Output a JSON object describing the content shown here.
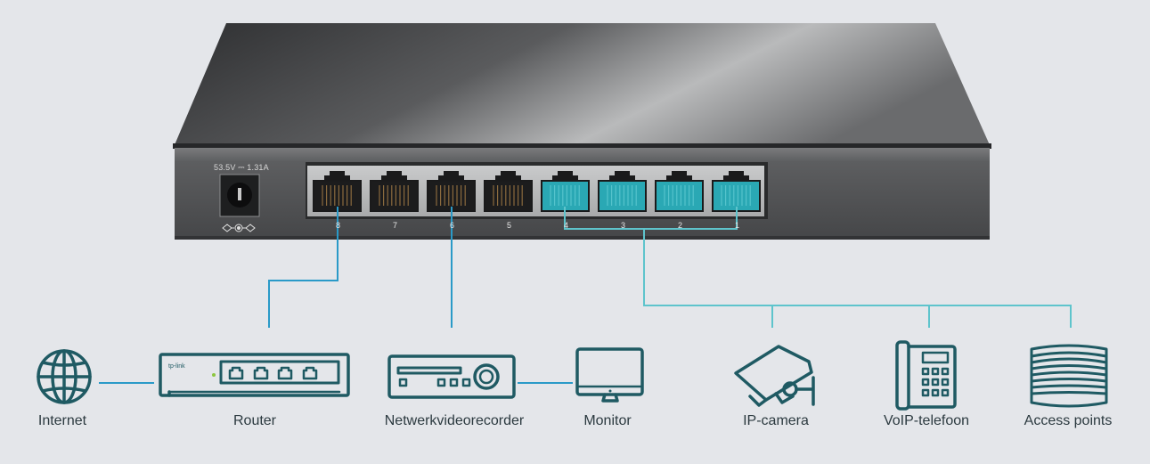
{
  "title": "PoE switch network topology",
  "switch": {
    "power_rating": "53.5V ⎓ 1.31A",
    "polarity_icon": "dc-polarity-icon",
    "ports": [
      {
        "number": "8",
        "poe": false
      },
      {
        "number": "7",
        "poe": false
      },
      {
        "number": "6",
        "poe": false
      },
      {
        "number": "5",
        "poe": false
      },
      {
        "number": "4",
        "poe": true
      },
      {
        "number": "3",
        "poe": true
      },
      {
        "number": "2",
        "poe": true
      },
      {
        "number": "1",
        "poe": true
      }
    ]
  },
  "devices": [
    {
      "id": "internet",
      "label": "Internet",
      "icon": "globe-icon"
    },
    {
      "id": "router",
      "label": "Router",
      "icon": "router-icon",
      "brand": "tp-link"
    },
    {
      "id": "nvr",
      "label": "Netwerkvideorecorder",
      "icon": "nvr-icon"
    },
    {
      "id": "monitor",
      "label": "Monitor",
      "icon": "monitor-icon"
    },
    {
      "id": "ipcam",
      "label": "IP-camera",
      "icon": "cctv-camera-icon"
    },
    {
      "id": "voip",
      "label": "VoIP-telefoon",
      "icon": "desk-phone-icon"
    },
    {
      "id": "ap",
      "label": "Access points",
      "icon": "access-point-icon"
    }
  ],
  "connections": [
    {
      "from": "port-8",
      "to": "router"
    },
    {
      "from": "port-6",
      "to": "nvr"
    },
    {
      "from": "internet",
      "to": "router"
    },
    {
      "from": "nvr",
      "to": "monitor"
    },
    {
      "from": "ports-1-4",
      "to": "ipcam"
    },
    {
      "from": "ports-1-4",
      "to": "voip"
    },
    {
      "from": "ports-1-4",
      "to": "ap"
    }
  ],
  "colors": {
    "background": "#e4e6ea",
    "icon_stroke": "#1f5a63",
    "link_blue": "#2a9ac8",
    "link_teal": "#5ec4cc",
    "poe_port": "#2aa8b4",
    "label_text": "#2c3a40"
  }
}
